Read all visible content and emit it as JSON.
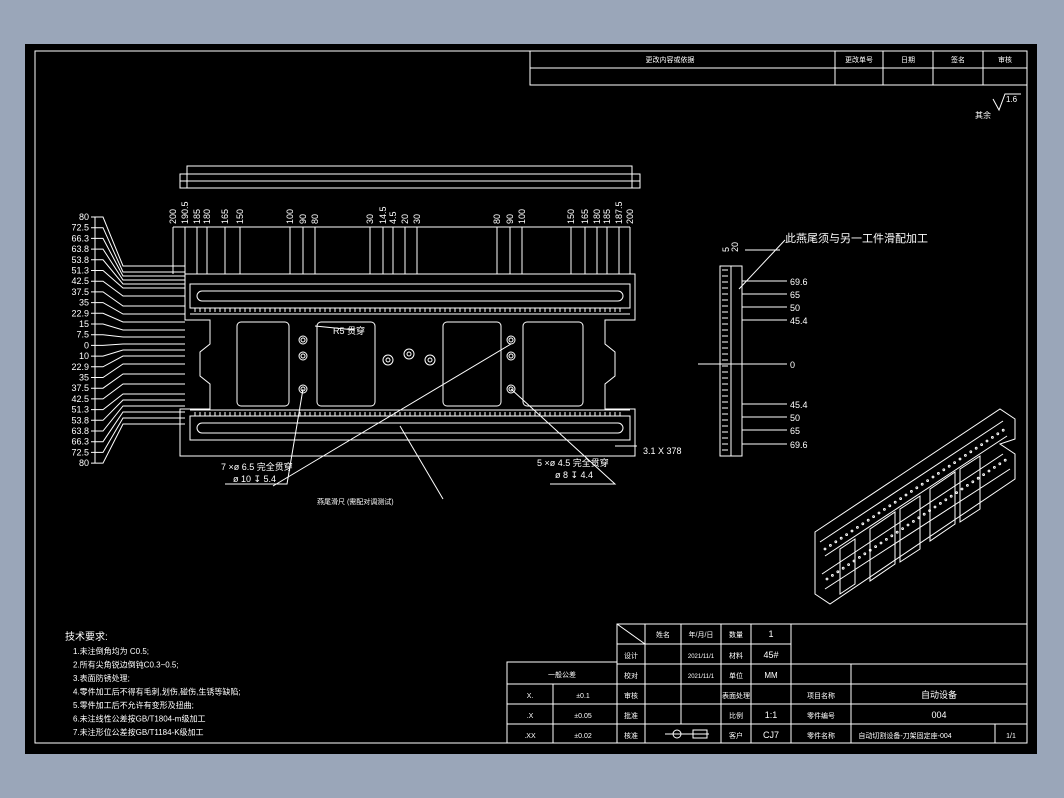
{
  "titleblock_top": {
    "change_label": "更改内容或依据",
    "change_no": "更改单号",
    "date": "日期",
    "sign": "签名",
    "approve": "审核"
  },
  "roughness": {
    "value": "1.6",
    "label": "其余"
  },
  "annot": {
    "side_note": "此燕尾须与另一工件滑配加工",
    "r5": "R5 贯穿",
    "hole1_a": "7 ×ø  6.5 完全贯穿",
    "hole1_b": "ø 10 ↧ 5.4",
    "hole2_a": "5 ×ø  4.5 完全贯穿",
    "hole2_b": "ø 8 ↧ 4.4",
    "chamfer": "3.1 X 378",
    "dovetail_note": "燕尾滑尺 (需配对调测试)"
  },
  "left_dims": [
    "80",
    "72.5",
    "66.3",
    "63.8",
    "53.8",
    "51.3",
    "42.5",
    "37.5",
    "35",
    "22.9",
    "15",
    "7.5",
    "0",
    "10",
    "22.9",
    "35",
    "37.5",
    "42.5",
    "51.3",
    "53.8",
    "63.8",
    "66.3",
    "72.5",
    "80"
  ],
  "top_dims": [
    "200",
    "190.5",
    "185",
    "180",
    "165",
    "150",
    "100",
    "90",
    "80",
    "30",
    "14.5",
    "4.5",
    "20",
    "30",
    "80",
    "90",
    "100",
    "150",
    "165",
    "180",
    "185",
    "187.5",
    "200"
  ],
  "right_dims": [
    "69.6",
    "65",
    "50",
    "45.4",
    "0",
    "45.4",
    "50",
    "65",
    "69.6"
  ],
  "side_top_dims": [
    "5",
    "20"
  ],
  "tech_req": {
    "title": "技术要求:",
    "items": [
      "1.未注倒角均为 C0.5;",
      "2.所有尖角锐边倒钝C0.3~0.5;",
      "3.表面防锈处理;",
      "4.零件加工后不得有毛刺,划伤,碰伤,生锈等缺陷;",
      "5.零件加工后不允许有变形及扭曲;",
      "6.未注线性公差按GB/T1804-m级加工",
      "7.未注形位公差按GB/T1184-K级加工"
    ]
  },
  "tol_table": {
    "header": "一般公差",
    "rows": [
      {
        "k": "X.",
        "v": "±0.1"
      },
      {
        "k": ".X",
        "v": "±0.05"
      },
      {
        "k": ".XX",
        "v": "±0.02"
      }
    ]
  },
  "titleblock": {
    "hdr_name": "姓名",
    "hdr_date": "年/月/日",
    "qty_label": "数量",
    "qty": "1",
    "design": "设计",
    "design_date": "2021/11/1",
    "material_label": "材料",
    "material": "45#",
    "check": "校对",
    "check_date": "2021/11/1",
    "unit_label": "单位",
    "unit": "MM",
    "review": "审核",
    "surface_label": "表面处理",
    "surface": "",
    "approve": "批准",
    "scale_label": "比例",
    "scale": "1:1",
    "approve2": "核准",
    "customer_label": "客户",
    "customer": "CJ7",
    "project_label": "项目名称",
    "project": "自动设备",
    "partno_label": "零件编号",
    "partno": "004",
    "partname_label": "零件名称",
    "partname": "自动切割设备-刀架固定座-004",
    "sheet": "1/1"
  },
  "colors": {
    "line": "#ffffff",
    "bg": "#000000",
    "outer": "#9aa6b9"
  }
}
